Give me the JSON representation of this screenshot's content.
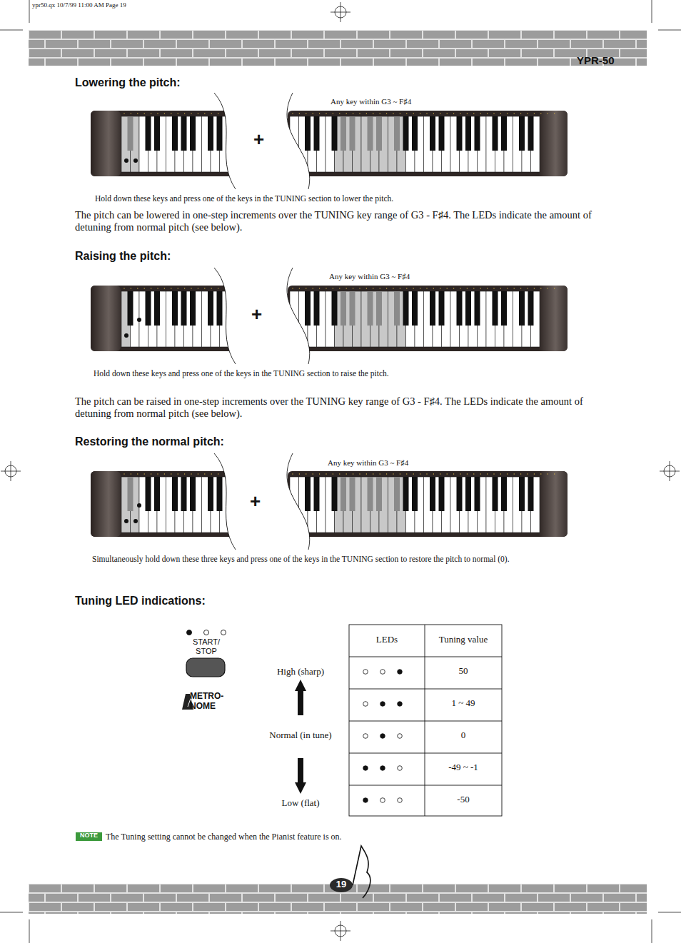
{
  "diagram": {
    "labels": [
      "ypr50.qx  10/7/99  11:00 AM  Page 19",
      "YPR-50",
      "Lowering the pitch:",
      "Any key within G3 ~ F♯4",
      "+",
      "Hold down these keys and press one of the keys in the TUNING section to lower the pitch.",
      "The pitch can be lowered in one-step increments over the TUNING key range of G3 - F♯4.  The LEDs indicate the amount of detuning from normal pitch (see below).",
      "Raising the pitch:",
      "Any key within G3 ~ F♯4",
      "+",
      "Hold down these keys and press one of the keys in the TUNING section to raise the pitch.",
      "The pitch can be raised in one-step increments over the TUNING key range of G3 - F♯4.  The LEDs indicate the amount of detuning from normal pitch (see below).",
      "Restoring the normal pitch:",
      "Any key within G3 ~ F♯4",
      "+",
      "Simultaneously hold down these three keys and press one of the keys in the TUNING section to restore the pitch to normal (0).",
      "Tuning LED indications:",
      "START/ STOP",
      "METRO- NOME",
      "LEDs",
      "Tuning value",
      "High (sharp)",
      "50",
      "1 ~ 49",
      "Normal (in tune)",
      "0",
      "-49 ~ -1",
      "Low (flat)",
      "-50",
      "NOTE",
      "The Tuning setting cannot be changed when the Pianist feature is on.",
      "19"
    ]
  }
}
